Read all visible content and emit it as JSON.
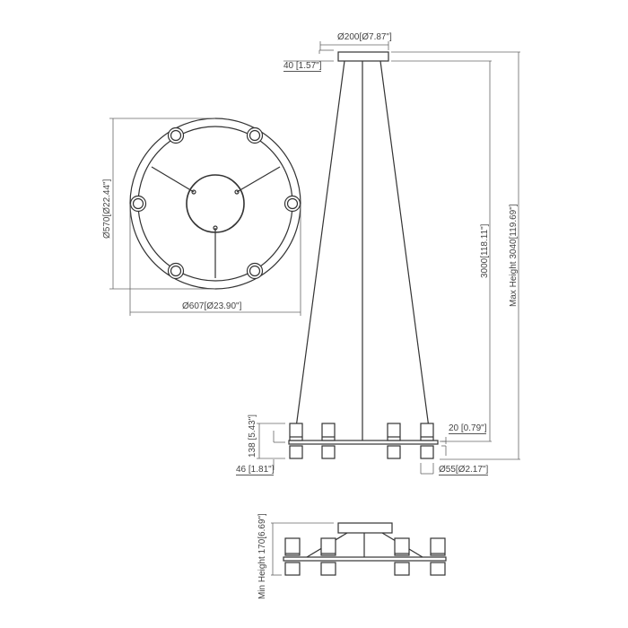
{
  "diagram": {
    "type": "technical-drawing",
    "subject": "pendant chandelier with ring of 6 cylindrical lights",
    "colors": {
      "line": "#333333",
      "dimension": "#555555",
      "background": "#ffffff"
    }
  },
  "plan_view": {
    "lights_count": 6,
    "support_arms": 3,
    "dimensions": {
      "width": "Ø607[Ø23.90\"]",
      "height": "Ø570[Ø22.44\"]"
    }
  },
  "elevation_view": {
    "dimensions": {
      "canopy_diameter": "Ø200[Ø7.87\"]",
      "canopy_height": "40 [1.57\"]",
      "cable_length": "3000[118.11\"]",
      "max_height": "Max Height 3040[119.69\"]",
      "ring_thickness": "20 [0.79\"]",
      "light_height": "138 [5.43\"]",
      "light_offset": "46 [1.81\"]",
      "light_diameter": "Ø55[Ø2.17\"]"
    }
  },
  "min_view": {
    "dimensions": {
      "min_height": "Min Height 170[6.69\"]"
    }
  }
}
